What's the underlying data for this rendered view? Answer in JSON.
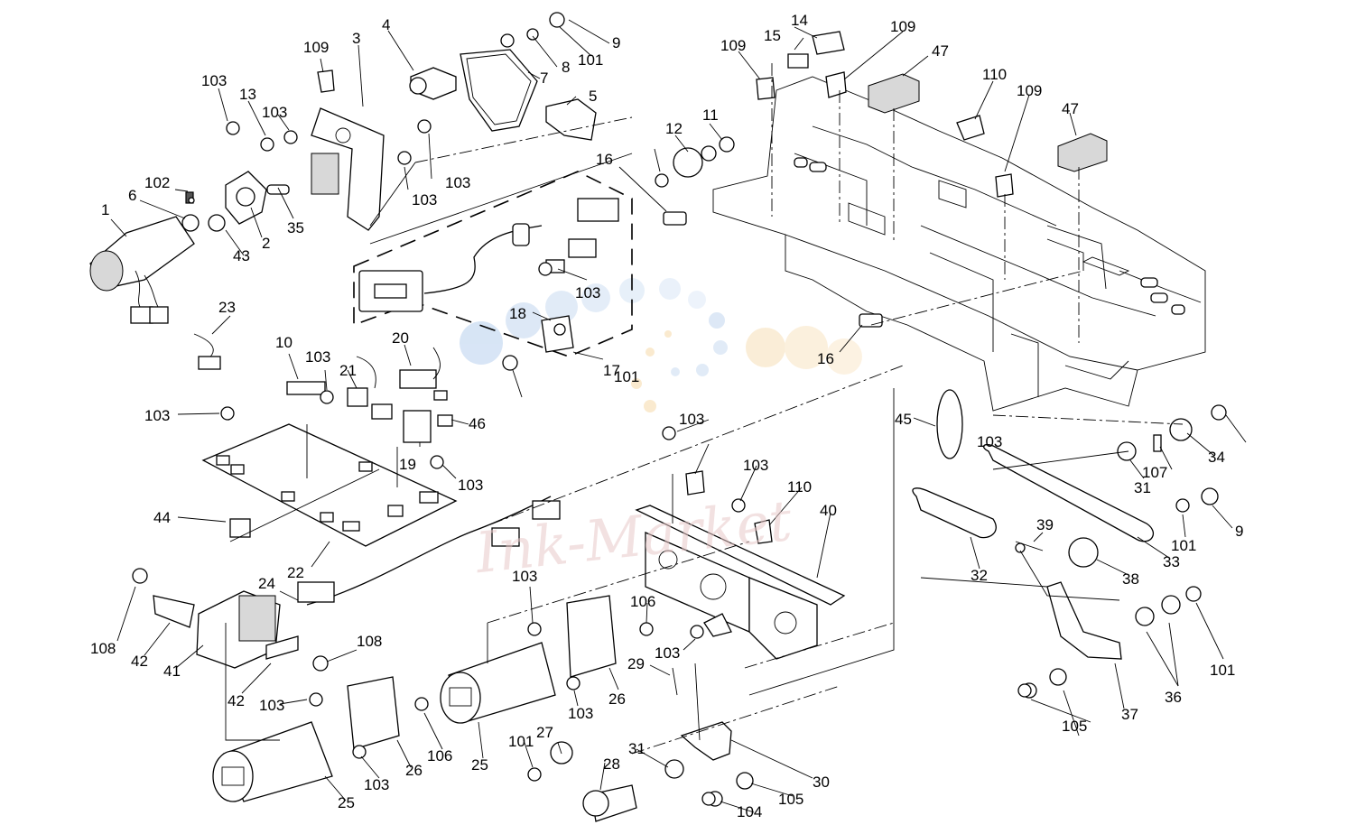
{
  "watermark": "Ink-Market",
  "labels": [
    "1",
    "2",
    "3",
    "4",
    "5",
    "6",
    "7",
    "8",
    "9",
    "9",
    "10",
    "11",
    "12",
    "13",
    "14",
    "15",
    "16",
    "16",
    "17",
    "18",
    "19",
    "20",
    "21",
    "22",
    "23",
    "24",
    "25",
    "25",
    "26",
    "26",
    "27",
    "28",
    "29",
    "30",
    "31",
    "31",
    "32",
    "33",
    "34",
    "35",
    "36",
    "37",
    "38",
    "39",
    "40",
    "41",
    "42",
    "42",
    "43",
    "44",
    "45",
    "46",
    "47",
    "47",
    "101",
    "101",
    "101",
    "101",
    "101",
    "102",
    "103",
    "103",
    "103",
    "103",
    "103",
    "103",
    "103",
    "103",
    "103",
    "103",
    "103",
    "103",
    "103",
    "103",
    "103",
    "103",
    "104",
    "105",
    "105",
    "106",
    "106",
    "107",
    "108",
    "108",
    "109",
    "109",
    "109",
    "109",
    "110",
    "110"
  ]
}
